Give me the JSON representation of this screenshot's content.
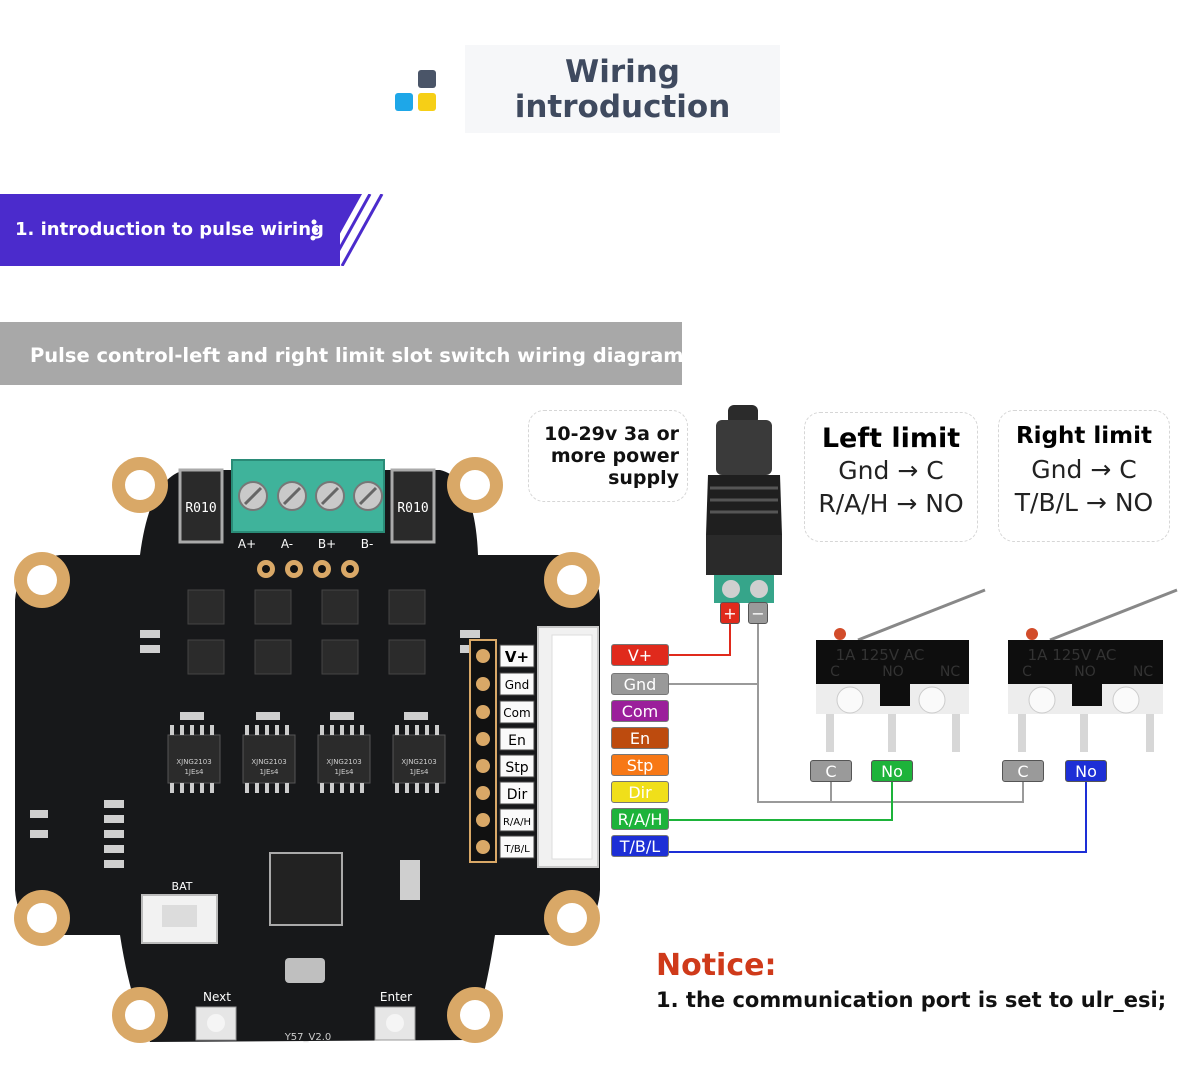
{
  "header": {
    "title_line1": "Wiring",
    "title_line2": "introduction",
    "logo_colors": [
      "#4a5568",
      "#1ea7e8",
      "#f6cf16"
    ]
  },
  "section": {
    "banner_label": "1. introduction to pulse wiring"
  },
  "diagram": {
    "subtitle": "Pulse control-left and right limit slot switch wiring diagram",
    "power_note": [
      "10-29v 3a or",
      "more power",
      "supply"
    ],
    "board": {
      "terminal_labels": [
        "A+",
        "A-",
        "B+",
        "B-"
      ],
      "resistor_labels": [
        "R010",
        "R010"
      ],
      "connector_pins": [
        "V+",
        "Gnd",
        "Com",
        "En",
        "Stp",
        "Dir",
        "R/A/H",
        "T/B/L"
      ],
      "chip_labels": [
        "XJNG2103",
        "1JEs4"
      ],
      "bat_label": "BAT",
      "button_labels": [
        "Next",
        "Enter"
      ],
      "version": "Y57_V2.0"
    },
    "power_terminals": {
      "plus": "+",
      "minus": "−"
    },
    "left_limit": {
      "title": "Left limit",
      "line1": "Gnd → C",
      "line2": "R/A/H → NO"
    },
    "right_limit": {
      "title": "Right limit",
      "line1": "Gnd → C",
      "line2": "T/B/L → NO"
    },
    "switch_print": [
      "1A 125V AC",
      "C",
      "NO",
      "NC"
    ],
    "wire_tags": [
      {
        "label": "V+",
        "color": "#e02a1c"
      },
      {
        "label": "Gnd",
        "color": "#999999"
      },
      {
        "label": "Com",
        "color": "#9b1f9b"
      },
      {
        "label": "En",
        "color": "#bd4b0e"
      },
      {
        "label": "Stp",
        "color": "#f77816"
      },
      {
        "label": "Dir",
        "color": "#f0df1a"
      },
      {
        "label": "R/A/H",
        "color": "#1db33a"
      },
      {
        "label": "T/B/L",
        "color": "#1d2fd6"
      }
    ],
    "switch_tags": {
      "left_c": "C",
      "left_no": "No",
      "right_c": "C",
      "right_no": "No"
    }
  },
  "notice": {
    "title": "Notice:",
    "line1": "1. the communication port is set to ulr_esi;"
  }
}
